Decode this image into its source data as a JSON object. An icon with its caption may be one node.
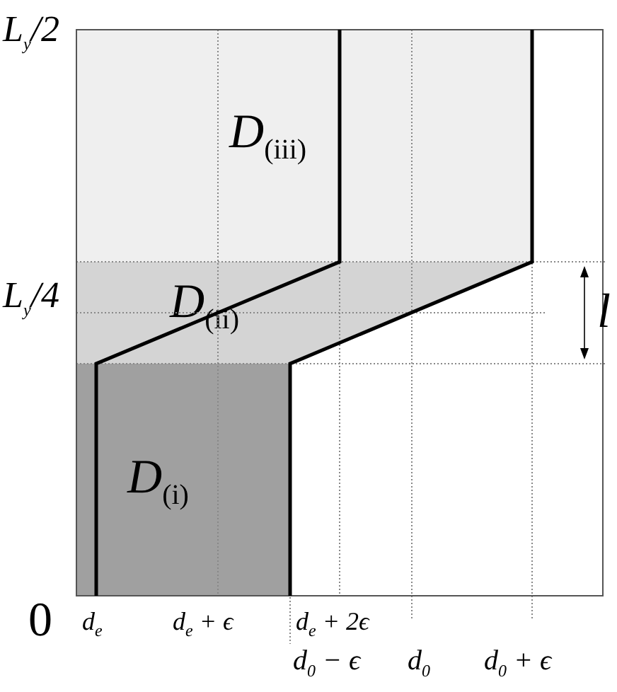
{
  "diagram": {
    "nodes": [
      {
        "text": [
          "D$_{(iii)}$"
        ]
      },
      {
        "text": [
          "D$_{(ii)}$"
        ]
      },
      {
        "text": [
          "D$_{(i)}$"
        ]
      }
    ],
    "edges": [],
    "labels": [
      "L$_{y}$/2",
      "L$_{y}$/4",
      "l",
      "0",
      "d$_{e}$",
      "d$_{e}$ + ϵ",
      "d$_{e}$ + 2ϵ",
      "d$_{0}$ − ϵ",
      "d$_{0}$",
      "d$_{0}$ + ϵ"
    ]
  }
}
